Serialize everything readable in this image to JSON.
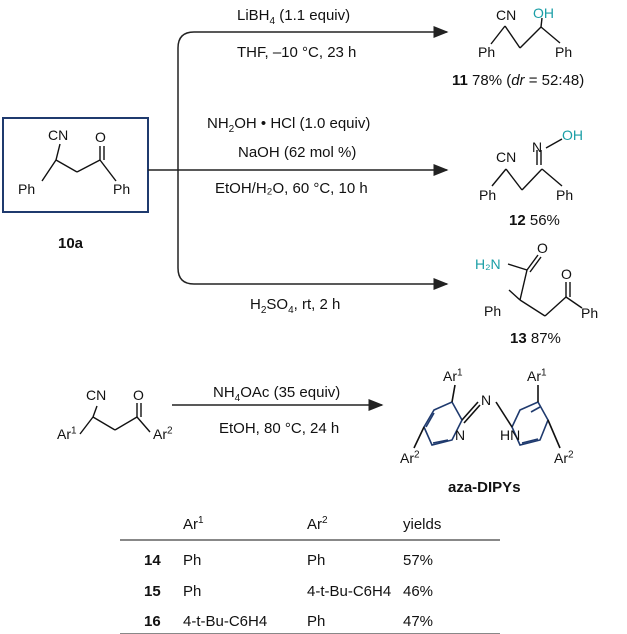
{
  "reaction_1": {
    "reagent_name": "LiBH",
    "reagent_sub": "4",
    "reagent_equiv": " (1.1 equiv)",
    "conditions": "THF, –10 °C, 23 h"
  },
  "reaction_2": {
    "reagent1_a": "NH",
    "reagent1_sub": "2",
    "reagent1_b": "OH • HCl (1.0 equiv)",
    "reagent2": "NaOH (62 mol %)",
    "conditions": "EtOH/H₂O, 60 °C, 10 h"
  },
  "reaction_3": {
    "reagent_a": "H",
    "reagent_sub": "2",
    "reagent_b": "SO",
    "reagent_sub2": "4",
    "reagent_c": ", rt, 2 h"
  },
  "reaction_4": {
    "reagent_a": "NH",
    "reagent_sub": "4",
    "reagent_b": "OAc (35 equiv)",
    "conditions": "EtOH, 80 °C, 24 h"
  },
  "starting_material": {
    "id": "10a"
  },
  "product_11": {
    "id": "11",
    "yield": " 78% (",
    "dr_label": "dr",
    "dr_value": " = 52:48)"
  },
  "product_12": {
    "id": "12",
    "yield": " 56%"
  },
  "product_13": {
    "id": "13",
    "yield": " 87%"
  },
  "product_aza": {
    "id": "aza-DIPYs"
  },
  "atoms": {
    "cn": "CN",
    "oh": "OH",
    "o": "O",
    "n": "N",
    "ph": "Ph",
    "h2n": "H₂N",
    "hn": "HN",
    "ar": "Ar",
    "sup1": "1",
    "sup2": "2"
  },
  "table": {
    "headers": [
      "",
      "Ar",
      "Ar",
      "yields"
    ],
    "header_sups": [
      "",
      "1",
      "2",
      ""
    ],
    "rows": [
      {
        "id": "14",
        "ar1": "Ph",
        "ar2": "Ph",
        "yield": "57%"
      },
      {
        "id": "15",
        "ar1": "Ph",
        "ar2": "4-t-Bu-C6H4",
        "yield": "46%"
      },
      {
        "id": "16",
        "ar1": "4-t-Bu-C6H4",
        "ar2": "Ph",
        "yield": "47%"
      }
    ]
  },
  "colors": {
    "box": "#1f3a6e",
    "teal": "#1a9ea6",
    "arrow": "#222222"
  }
}
